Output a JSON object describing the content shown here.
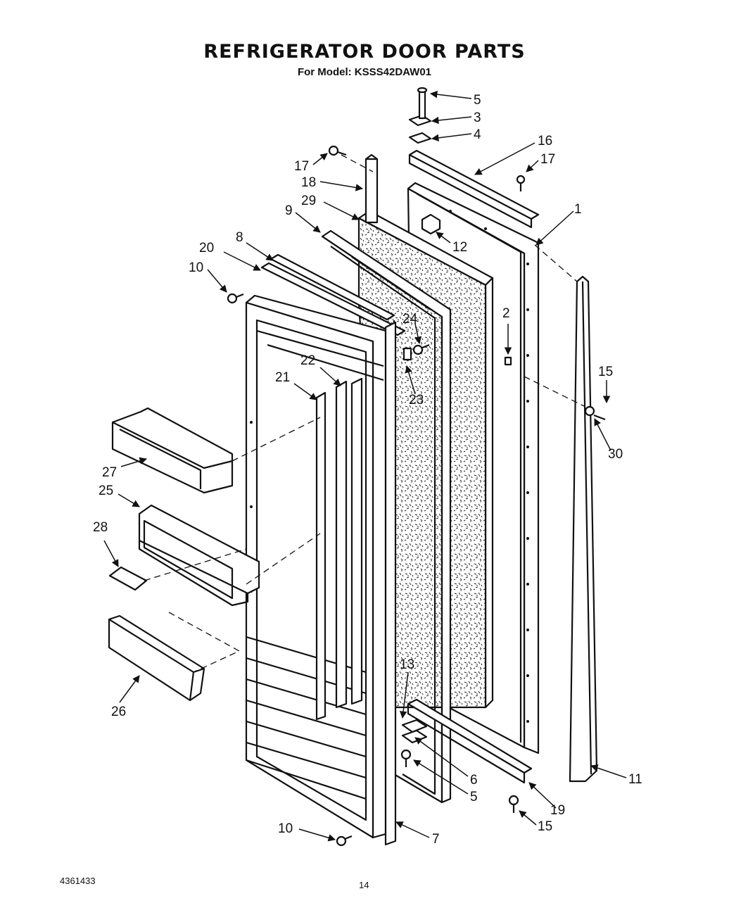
{
  "header": {
    "title": "REFRIGERATOR DOOR PARTS",
    "subtitle": "For Model: KSSS42DAW01"
  },
  "callouts": [
    "5",
    "3",
    "4",
    "16",
    "17",
    "17",
    "18",
    "29",
    "9",
    "1",
    "8",
    "20",
    "12",
    "10",
    "2",
    "24",
    "22",
    "21",
    "15",
    "23",
    "30",
    "27",
    "25",
    "28",
    "26",
    "13",
    "6",
    "5",
    "11",
    "19",
    "15",
    "10",
    "7"
  ],
  "footer": {
    "doc_number": "4361433",
    "page_number": "14"
  }
}
